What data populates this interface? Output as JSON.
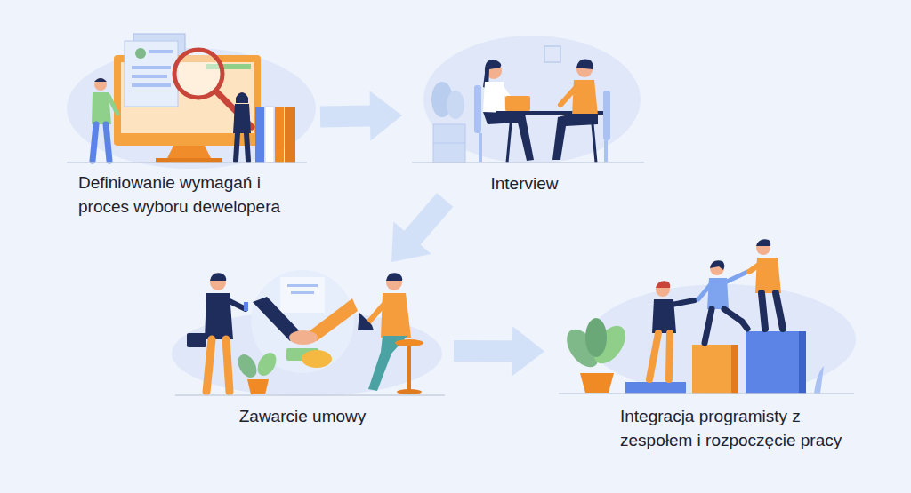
{
  "diagram": {
    "nodes": [
      {
        "text": [
          "Definiowanie wymagań i proces wyboru dewelopera"
        ]
      },
      {
        "text": [
          "Interview"
        ]
      },
      {
        "text": [
          "Zawarcie umowy"
        ]
      },
      {
        "text": [
          "Integracja programisty z zespołem i rozpoczęcie pracy"
        ]
      }
    ],
    "edges": [
      {
        "from": 0,
        "to": 1,
        "arrow": "to"
      },
      {
        "from": 1,
        "to": 2,
        "arrow": "to"
      },
      {
        "from": 2,
        "to": 3,
        "arrow": "to"
      }
    ]
  }
}
